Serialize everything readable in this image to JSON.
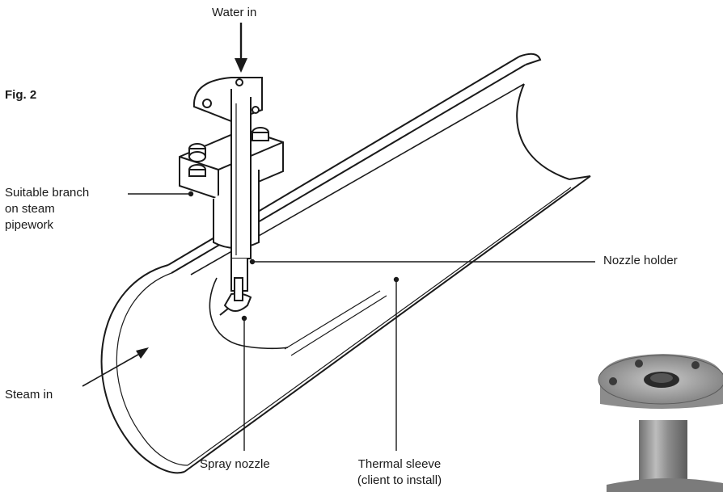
{
  "figure_label": "Fig. 2",
  "labels": {
    "water_in": "Water in",
    "suitable_branch": [
      "Suitable branch",
      "on steam",
      "pipework"
    ],
    "nozzle_holder": "Nozzle holder",
    "steam_in": "Steam in",
    "spray_nozzle": "Spray nozzle",
    "thermal_sleeve": [
      "Thermal sleeve",
      "(client to install)"
    ]
  },
  "colors": {
    "line": "#1a1a1a",
    "photo_metal": "#8a8a8a"
  },
  "inset_photo": "nozzle-holder-product-photo"
}
